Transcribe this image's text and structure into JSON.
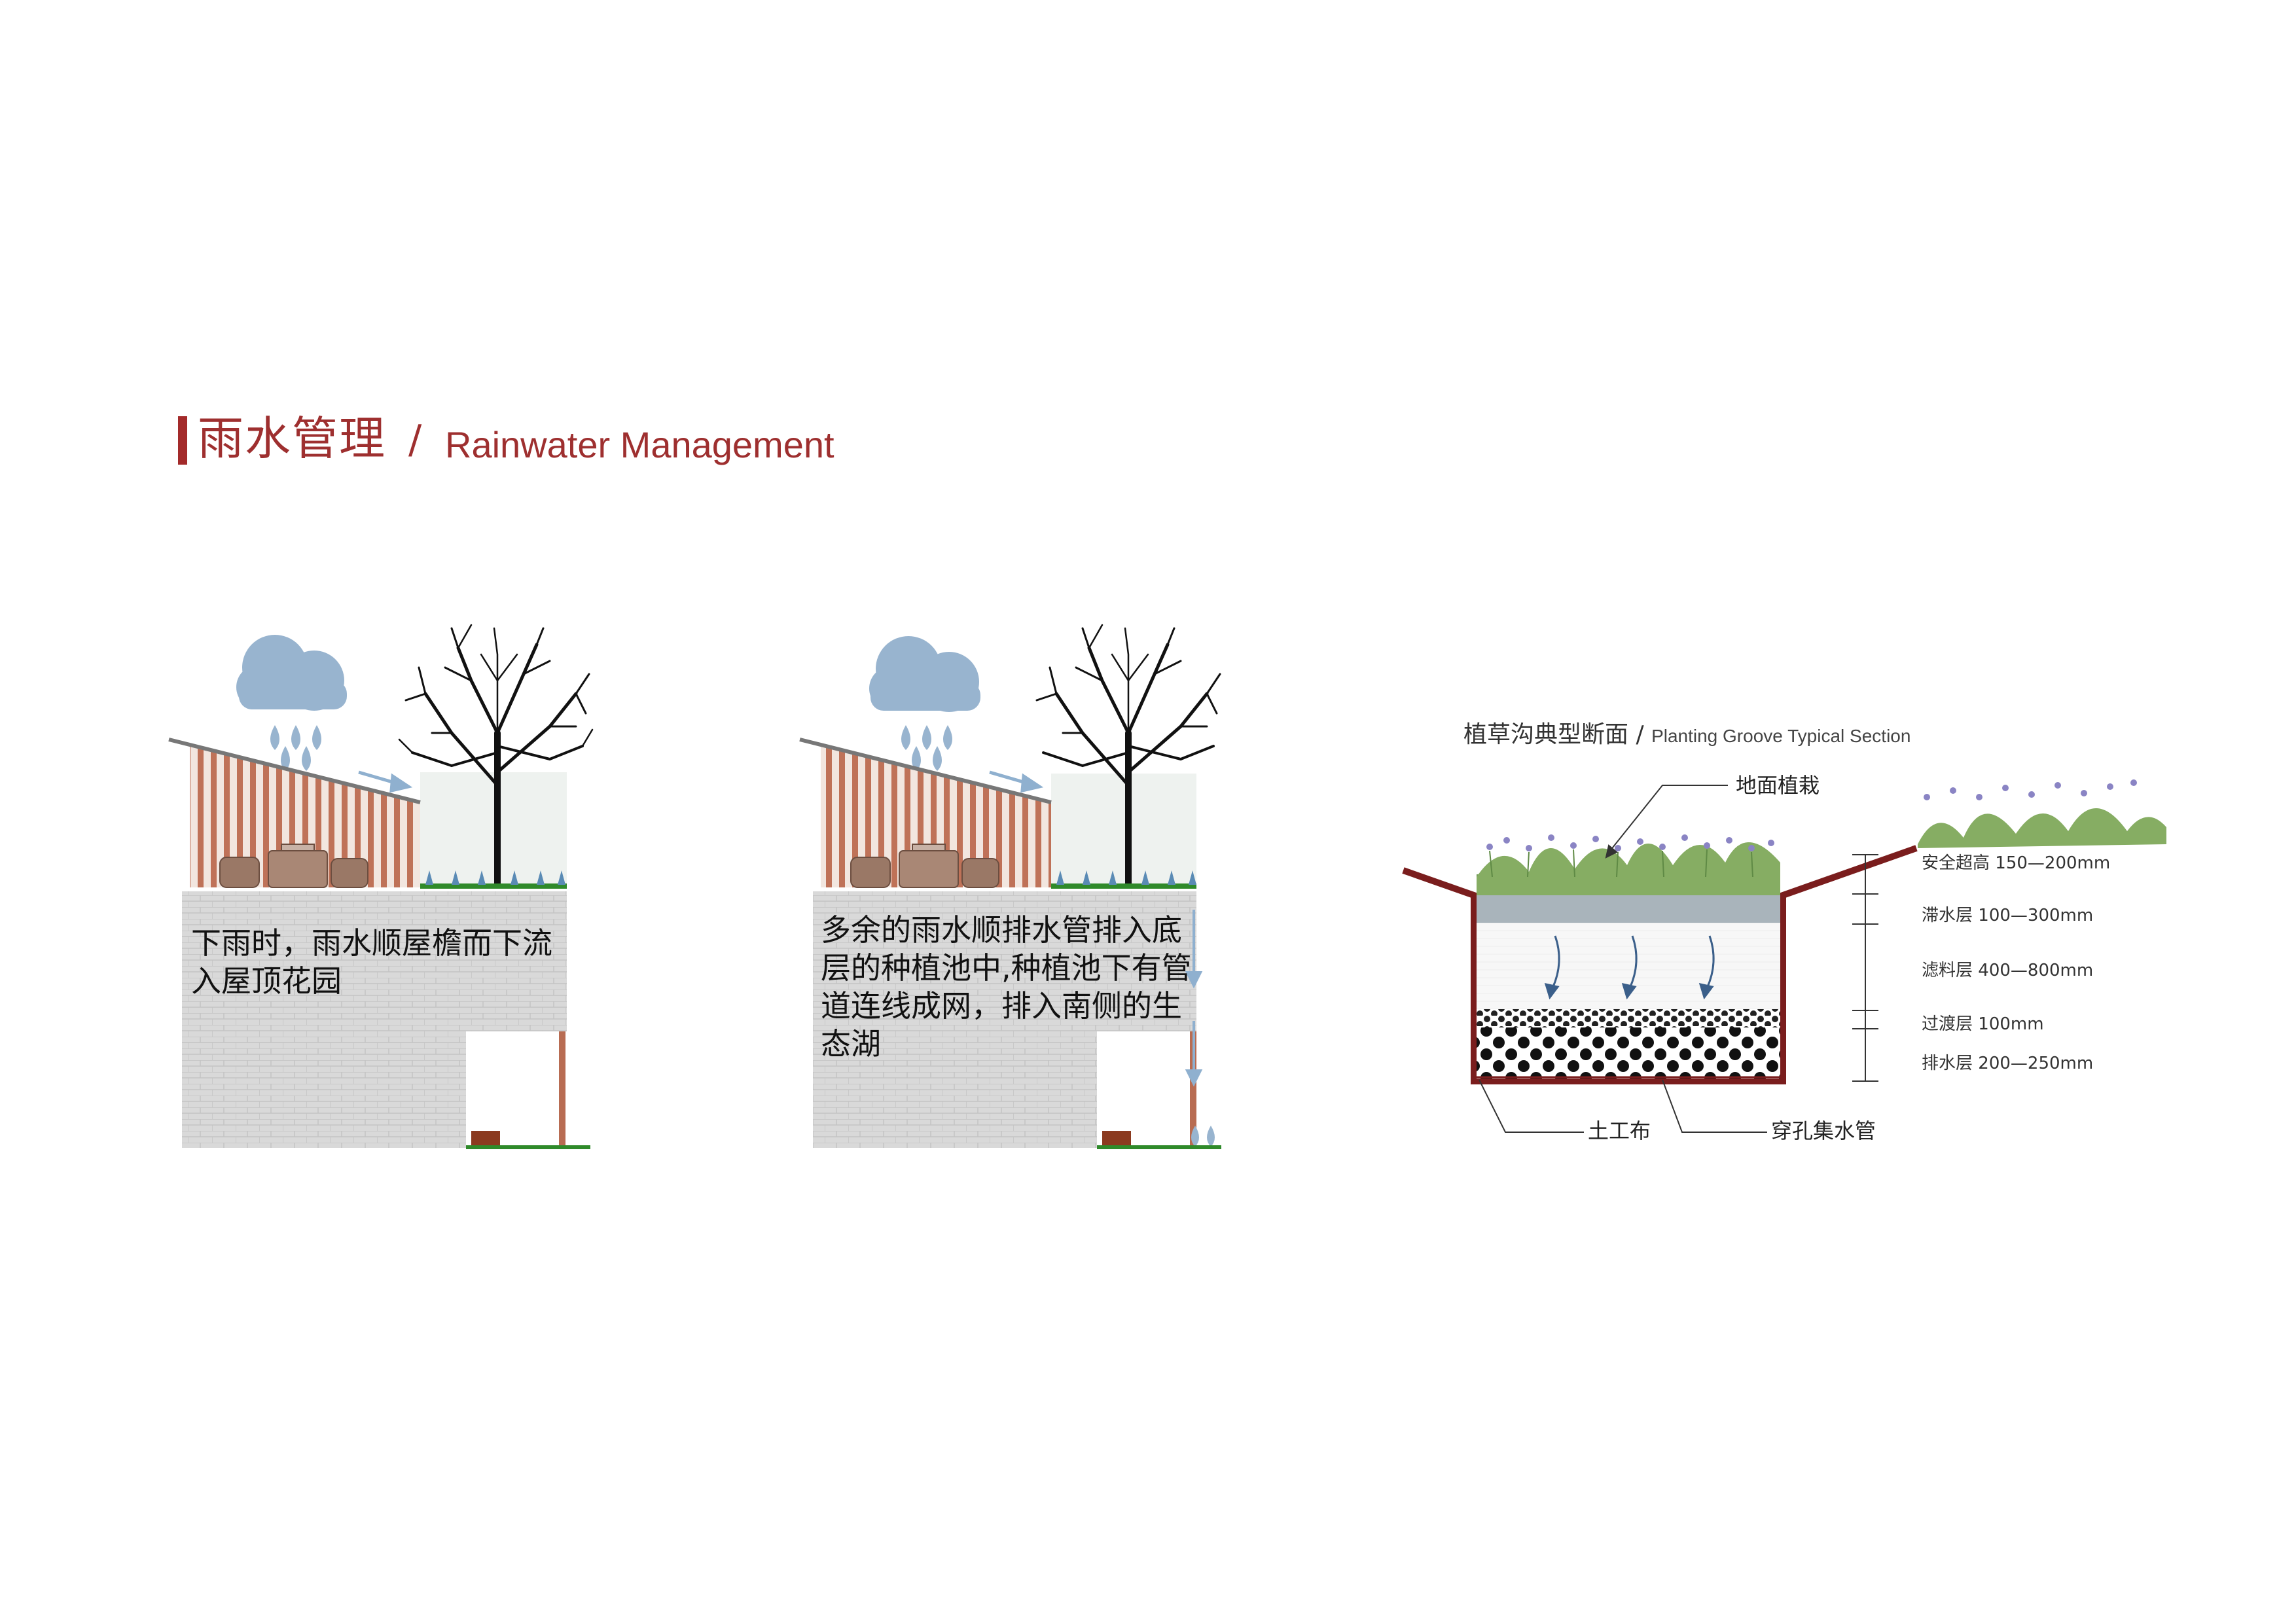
{
  "header": {
    "title_zh": "雨水管理",
    "slash": "/",
    "title_en": "Rainwater Management"
  },
  "panel_left": {
    "caption": "下雨时，雨水顺屋檐而下流入屋顶花园"
  },
  "panel_middle": {
    "caption": "多余的雨水顺排水管排入底层的种植池中,种植池下有管道连线成网，排入南侧的生态湖"
  },
  "section": {
    "title_zh": "植草沟典型断面",
    "slash": "/",
    "title_en": "Planting Groove Typical Section",
    "labels": {
      "ground_planting": "地面植栽",
      "geotextile": "土工布",
      "perforated_pipe": "穿孔集水管"
    },
    "layers": [
      {
        "name": "安全超高",
        "range": "150—200mm"
      },
      {
        "name": "滞水层",
        "range": "100—300mm"
      },
      {
        "name": "滤料层",
        "range": "400—800mm"
      },
      {
        "name": "过渡层",
        "range": "100mm"
      },
      {
        "name": "排水层",
        "range": "200—250mm"
      }
    ]
  },
  "colors": {
    "accent": "#9e2f2f",
    "cloud": "#98b4cf",
    "wood": "#b86c52",
    "wall": "#dcdcdc",
    "grass": "#2f8a2a",
    "groove_outline": "#7a1d1d",
    "water_layer": "#a9b4bb"
  }
}
